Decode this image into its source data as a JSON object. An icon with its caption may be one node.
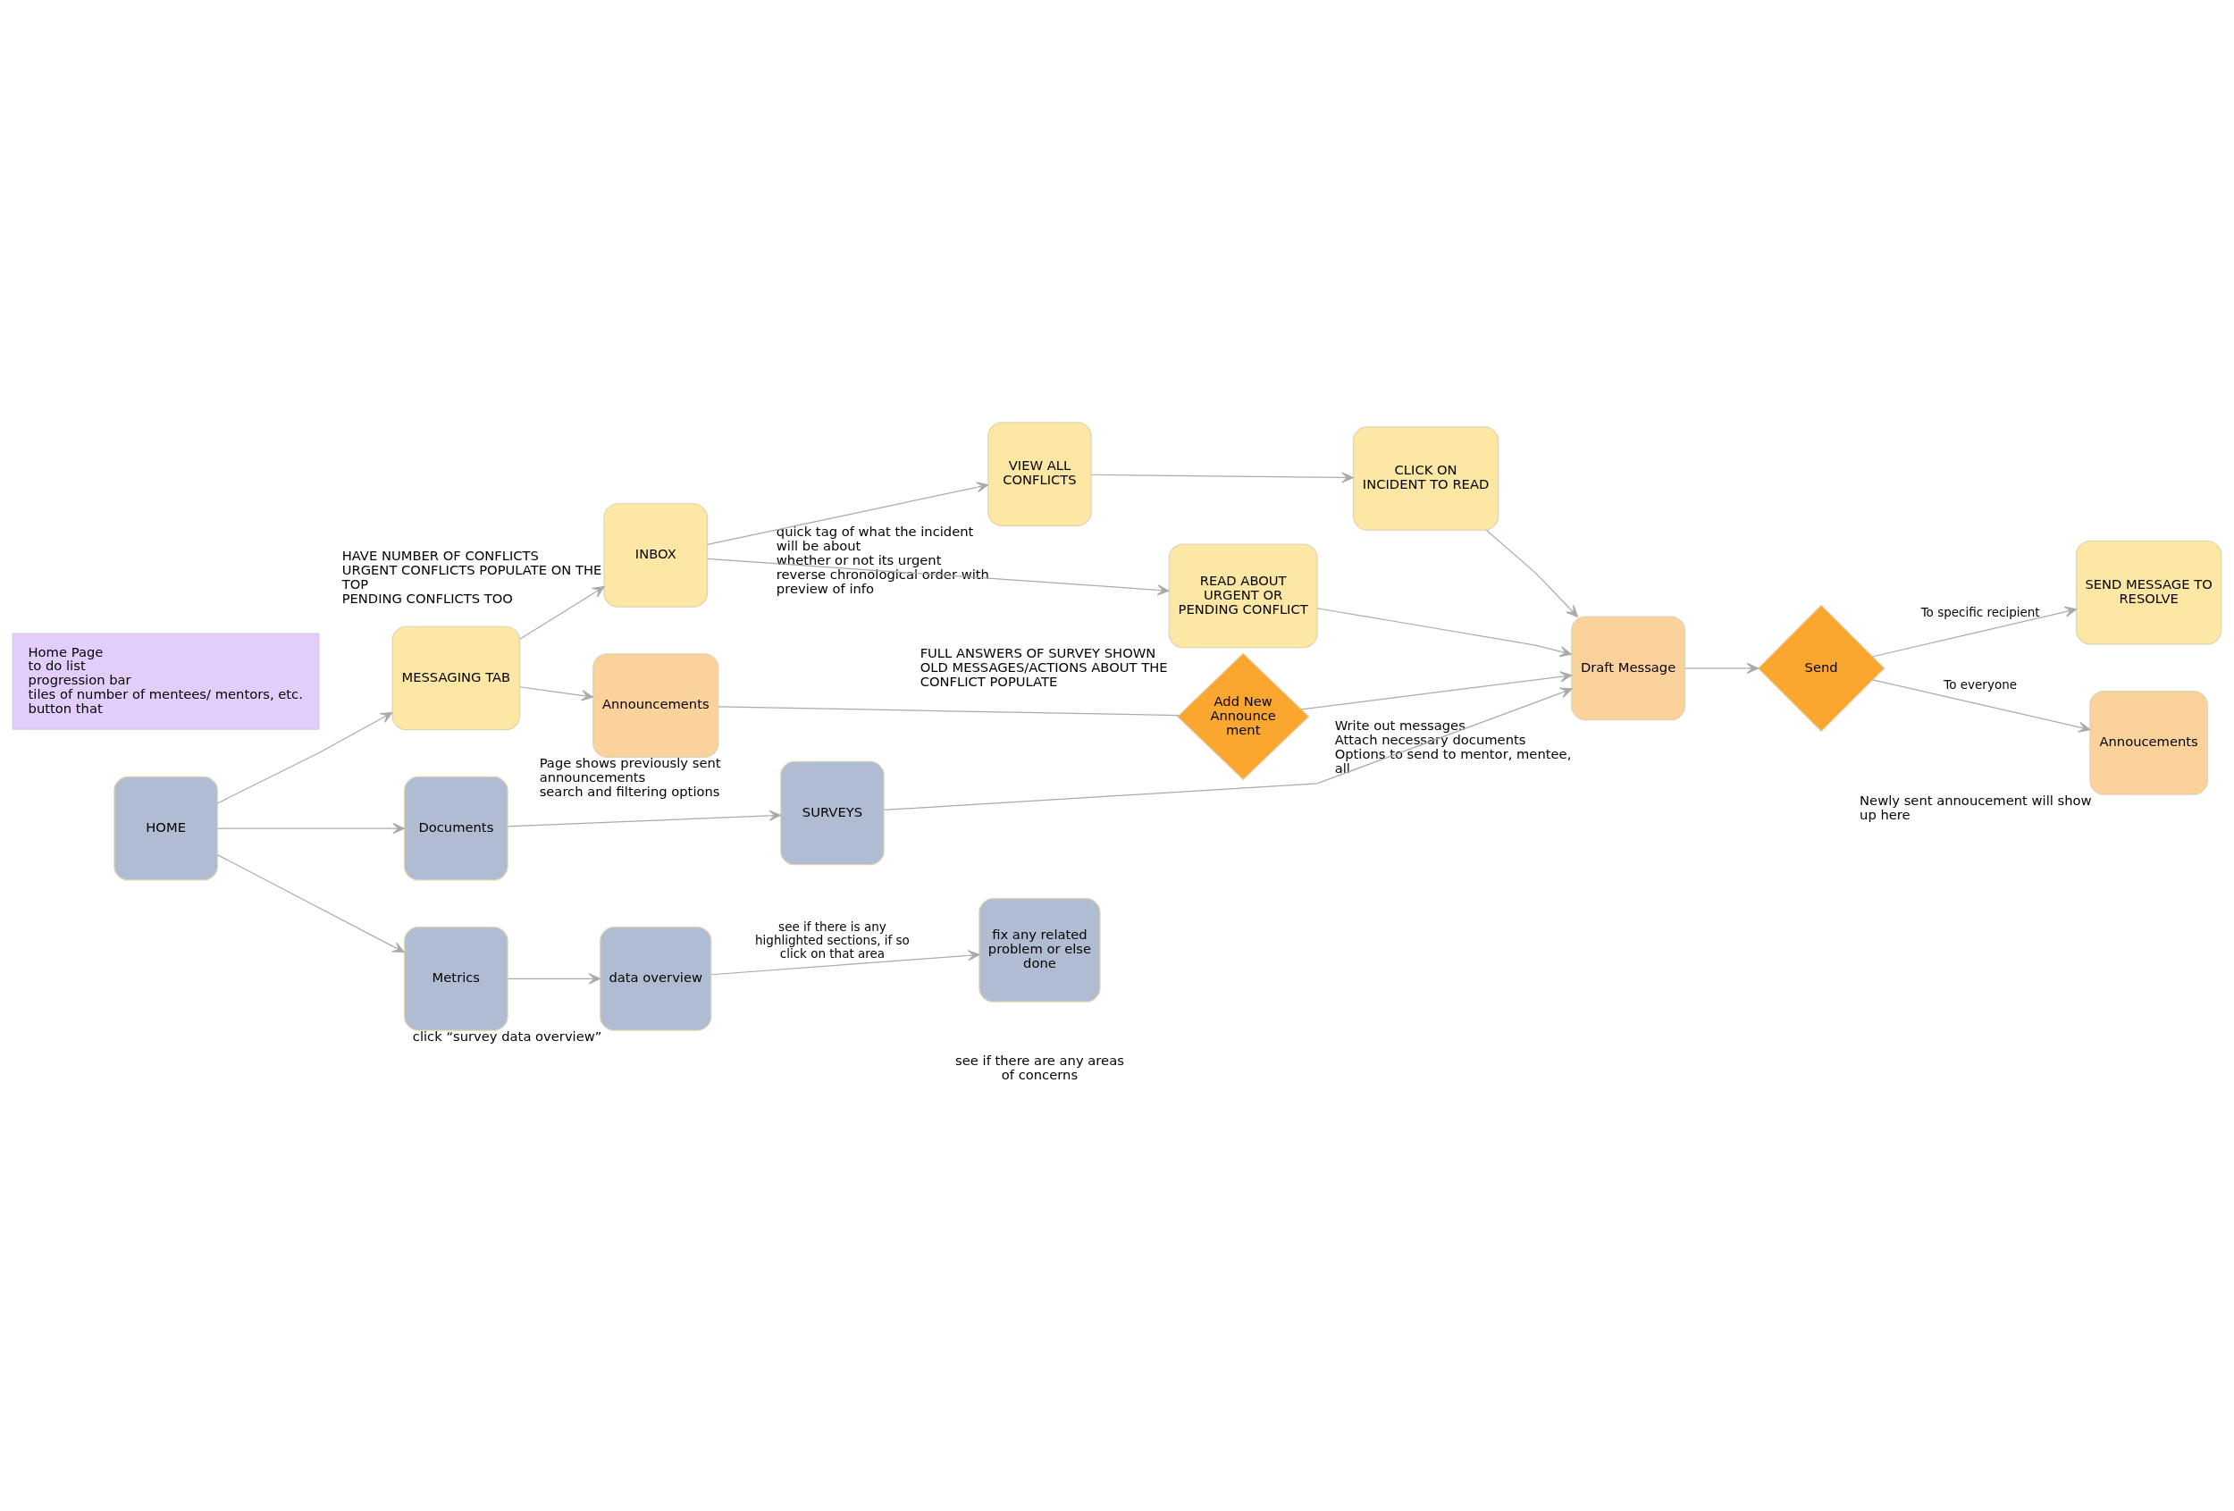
{
  "diagram": {
    "nodes": [
      {
        "text": [
          "HOME"
        ]
      },
      {
        "text": [
          "MESSAGING TAB"
        ]
      },
      {
        "text": [
          "INBOX"
        ],
        "beside": [
          "HAVE NUMBER OF CONFLICTS",
          "URGENT CONFLICTS POPULATE ON THE TOP",
          "PENDING CONFLICTS TOO"
        ]
      },
      {
        "text": [
          "VIEW ALL CONFLICTS"
        ],
        "beside": [
          "quick tag of what the incident will be about",
          "whether or not its urgent",
          "reverse chronological order with preview of info"
        ]
      },
      {
        "text": [
          "CLICK ON INCIDENT TO READ"
        ]
      },
      {
        "text": [
          "READ ABOUT URGENT OR PENDING CONFLICT"
        ],
        "beside": [
          "FULL ANSWERS OF SURVEY SHOWN",
          "OLD MESSAGES/ACTIONS ABOUT THE CONFLICT POPULATE"
        ]
      },
      {
        "text": [
          "Announcements"
        ],
        "beside": [
          "Page shows previously sent announcements",
          "search and filtering options"
        ]
      },
      {
        "text": [
          "Add New Announce ment"
        ]
      },
      {
        "text": [
          "Draft Message"
        ],
        "beside": [
          "Write out messages",
          "Attach necessary documents",
          "Options to send to mentor, mentee, all"
        ]
      },
      {
        "text": [
          "Send"
        ]
      },
      {
        "text": [
          "SEND MESSAGE TO RESOLVE"
        ]
      },
      {
        "text": [
          "Annoucements"
        ],
        "beside": [
          "Newly sent annoucement will show up here"
        ]
      },
      {
        "text": [
          "Documents"
        ]
      },
      {
        "text": [
          "SURVEYS"
        ]
      },
      {
        "text": [
          "Metrics"
        ]
      },
      {
        "text": [
          "data overview"
        ],
        "beside": [
          "click “survey data overview”"
        ]
      },
      {
        "text": [
          "fix any related problem or else done"
        ]
      },
      {
        "text": [
          "Home Page",
          "to do list",
          "progression bar",
          "tiles of number of mentees/ mentors, etc.",
          "button that"
        ]
      }
    ],
    "edges": [
      {
        "from": 0,
        "to": 1,
        "arrow": "to"
      },
      {
        "from": 0,
        "to": 12,
        "arrow": "to"
      },
      {
        "from": 0,
        "to": 14,
        "arrow": "to"
      },
      {
        "from": 1,
        "to": 2,
        "arrow": "to"
      },
      {
        "from": 1,
        "to": 6,
        "arrow": "to"
      },
      {
        "from": 2,
        "to": 3,
        "arrow": "to"
      },
      {
        "from": 2,
        "to": 5,
        "arrow": "to"
      },
      {
        "from": 3,
        "to": 4,
        "arrow": "to"
      },
      {
        "from": 4,
        "to": 8,
        "arrow": "to"
      },
      {
        "from": 5,
        "to": 8,
        "arrow": "to"
      },
      {
        "from": 6,
        "to": 7,
        "arrow": "none"
      },
      {
        "from": 7,
        "to": 8,
        "arrow": "to"
      },
      {
        "from": 13,
        "to": 8,
        "arrow": "to"
      },
      {
        "from": 8,
        "to": 9,
        "arrow": "to"
      },
      {
        "from": 9,
        "to": 10,
        "label": "To specific recipient",
        "arrow": "to"
      },
      {
        "from": 9,
        "to": 11,
        "label": "To everyone",
        "arrow": "to"
      },
      {
        "from": 12,
        "to": 13,
        "arrow": "to"
      },
      {
        "from": 14,
        "to": 15,
        "arrow": "to"
      },
      {
        "from": 15,
        "to": 16,
        "label": "see if there is any highlighted sections, if so click on that area",
        "arrow": "to"
      }
    ],
    "labels": [
      "see if there are any areas of concerns"
    ]
  }
}
